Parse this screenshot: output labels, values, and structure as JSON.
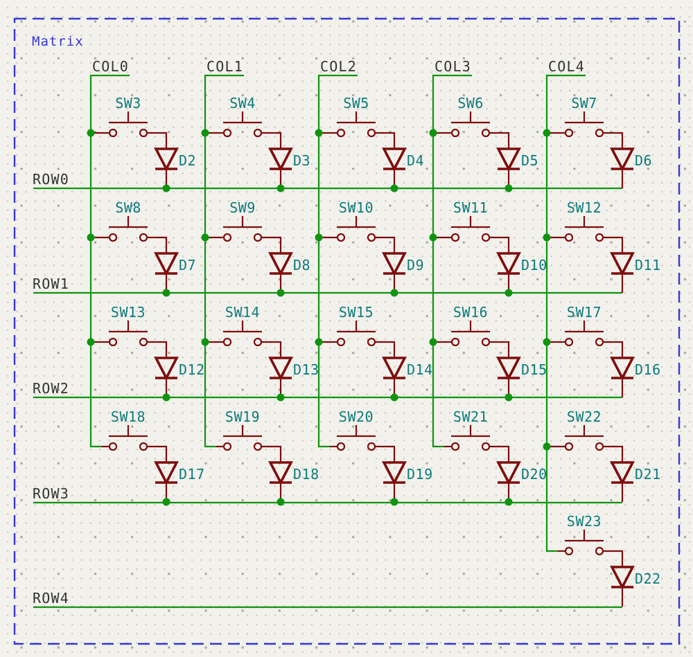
{
  "sheet": {
    "title": "Matrix"
  },
  "colors": {
    "background": "#f2f1ec",
    "wire_green": "#0e940e",
    "symbol_red": "#7d0d0d",
    "reference_teal": "#0c7b7b",
    "net_label_gray": "#333333",
    "sheet_border_blue": "#3737d2"
  },
  "columns": [
    {
      "label": "COL0"
    },
    {
      "label": "COL1"
    },
    {
      "label": "COL2"
    },
    {
      "label": "COL3"
    },
    {
      "label": "COL4"
    }
  ],
  "rows": [
    {
      "label": "ROW0"
    },
    {
      "label": "ROW1"
    },
    {
      "label": "ROW2"
    },
    {
      "label": "ROW3"
    },
    {
      "label": "ROW4"
    }
  ],
  "cells": [
    {
      "row": 0,
      "col": 0,
      "switch": "SW3",
      "diode": "D2"
    },
    {
      "row": 0,
      "col": 1,
      "switch": "SW4",
      "diode": "D3"
    },
    {
      "row": 0,
      "col": 2,
      "switch": "SW5",
      "diode": "D4"
    },
    {
      "row": 0,
      "col": 3,
      "switch": "SW6",
      "diode": "D5"
    },
    {
      "row": 0,
      "col": 4,
      "switch": "SW7",
      "diode": "D6"
    },
    {
      "row": 1,
      "col": 0,
      "switch": "SW8",
      "diode": "D7"
    },
    {
      "row": 1,
      "col": 1,
      "switch": "SW9",
      "diode": "D8"
    },
    {
      "row": 1,
      "col": 2,
      "switch": "SW10",
      "diode": "D9"
    },
    {
      "row": 1,
      "col": 3,
      "switch": "SW11",
      "diode": "D10"
    },
    {
      "row": 1,
      "col": 4,
      "switch": "SW12",
      "diode": "D11"
    },
    {
      "row": 2,
      "col": 0,
      "switch": "SW13",
      "diode": "D12"
    },
    {
      "row": 2,
      "col": 1,
      "switch": "SW14",
      "diode": "D13"
    },
    {
      "row": 2,
      "col": 2,
      "switch": "SW15",
      "diode": "D14"
    },
    {
      "row": 2,
      "col": 3,
      "switch": "SW16",
      "diode": "D15"
    },
    {
      "row": 2,
      "col": 4,
      "switch": "SW17",
      "diode": "D16"
    },
    {
      "row": 3,
      "col": 0,
      "switch": "SW18",
      "diode": "D17"
    },
    {
      "row": 3,
      "col": 1,
      "switch": "SW19",
      "diode": "D18"
    },
    {
      "row": 3,
      "col": 2,
      "switch": "SW20",
      "diode": "D19"
    },
    {
      "row": 3,
      "col": 3,
      "switch": "SW21",
      "diode": "D20"
    },
    {
      "row": 3,
      "col": 4,
      "switch": "SW22",
      "diode": "D21"
    },
    {
      "row": 4,
      "col": 4,
      "switch": "SW23",
      "diode": "D22"
    }
  ]
}
